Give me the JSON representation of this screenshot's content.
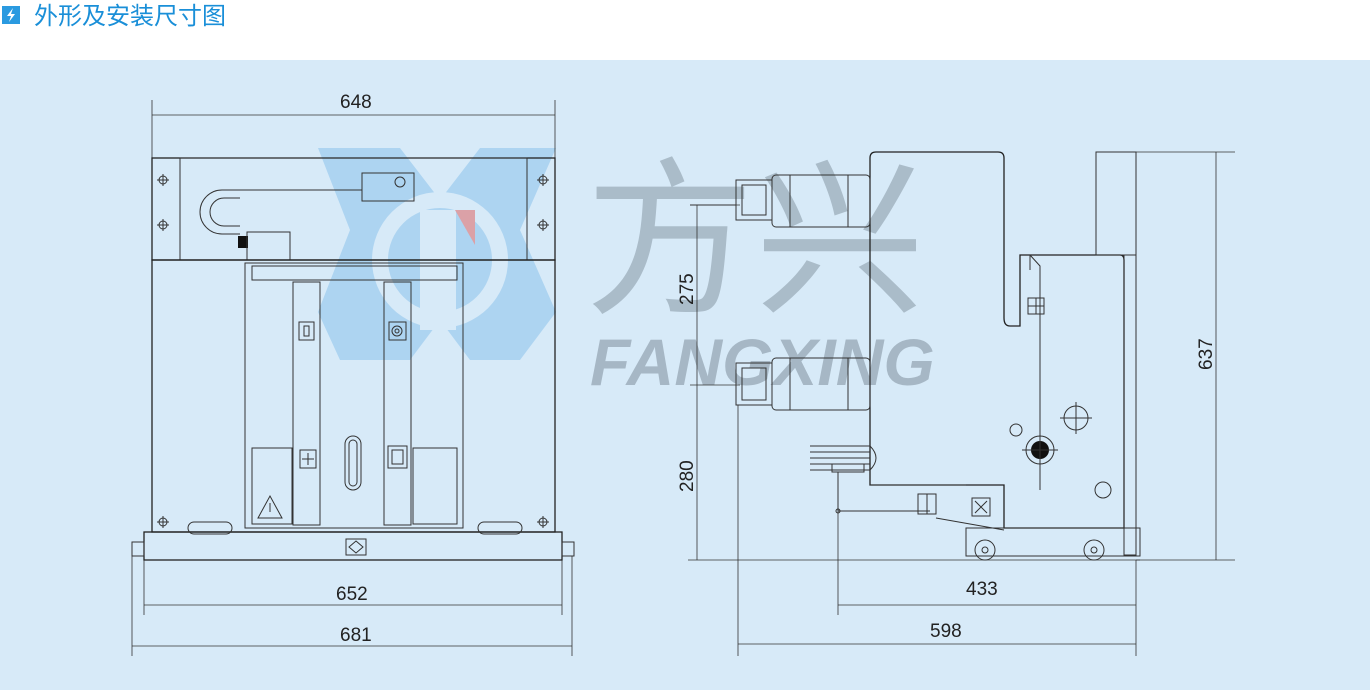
{
  "header": {
    "title": "外形及安装尺寸图",
    "icon": "lightning-icon",
    "accent": "#1a8fd8"
  },
  "watermark": {
    "brand_cn": "方兴",
    "brand_en": "FANGXING",
    "logo_icon": "fangxing-logo-icon"
  },
  "dimensions": {
    "front_top_width": "648",
    "front_base_width": "652",
    "front_overall_width": "681",
    "side_upper_height": "275",
    "side_lower_height": "280",
    "side_total_height": "637",
    "side_depth_1": "433",
    "side_depth_2": "598"
  },
  "colors": {
    "panel_bg": "#d7eaf8",
    "line": "#333333",
    "logo_blue": "#5aa9e6",
    "logo_red": "#e06666"
  }
}
